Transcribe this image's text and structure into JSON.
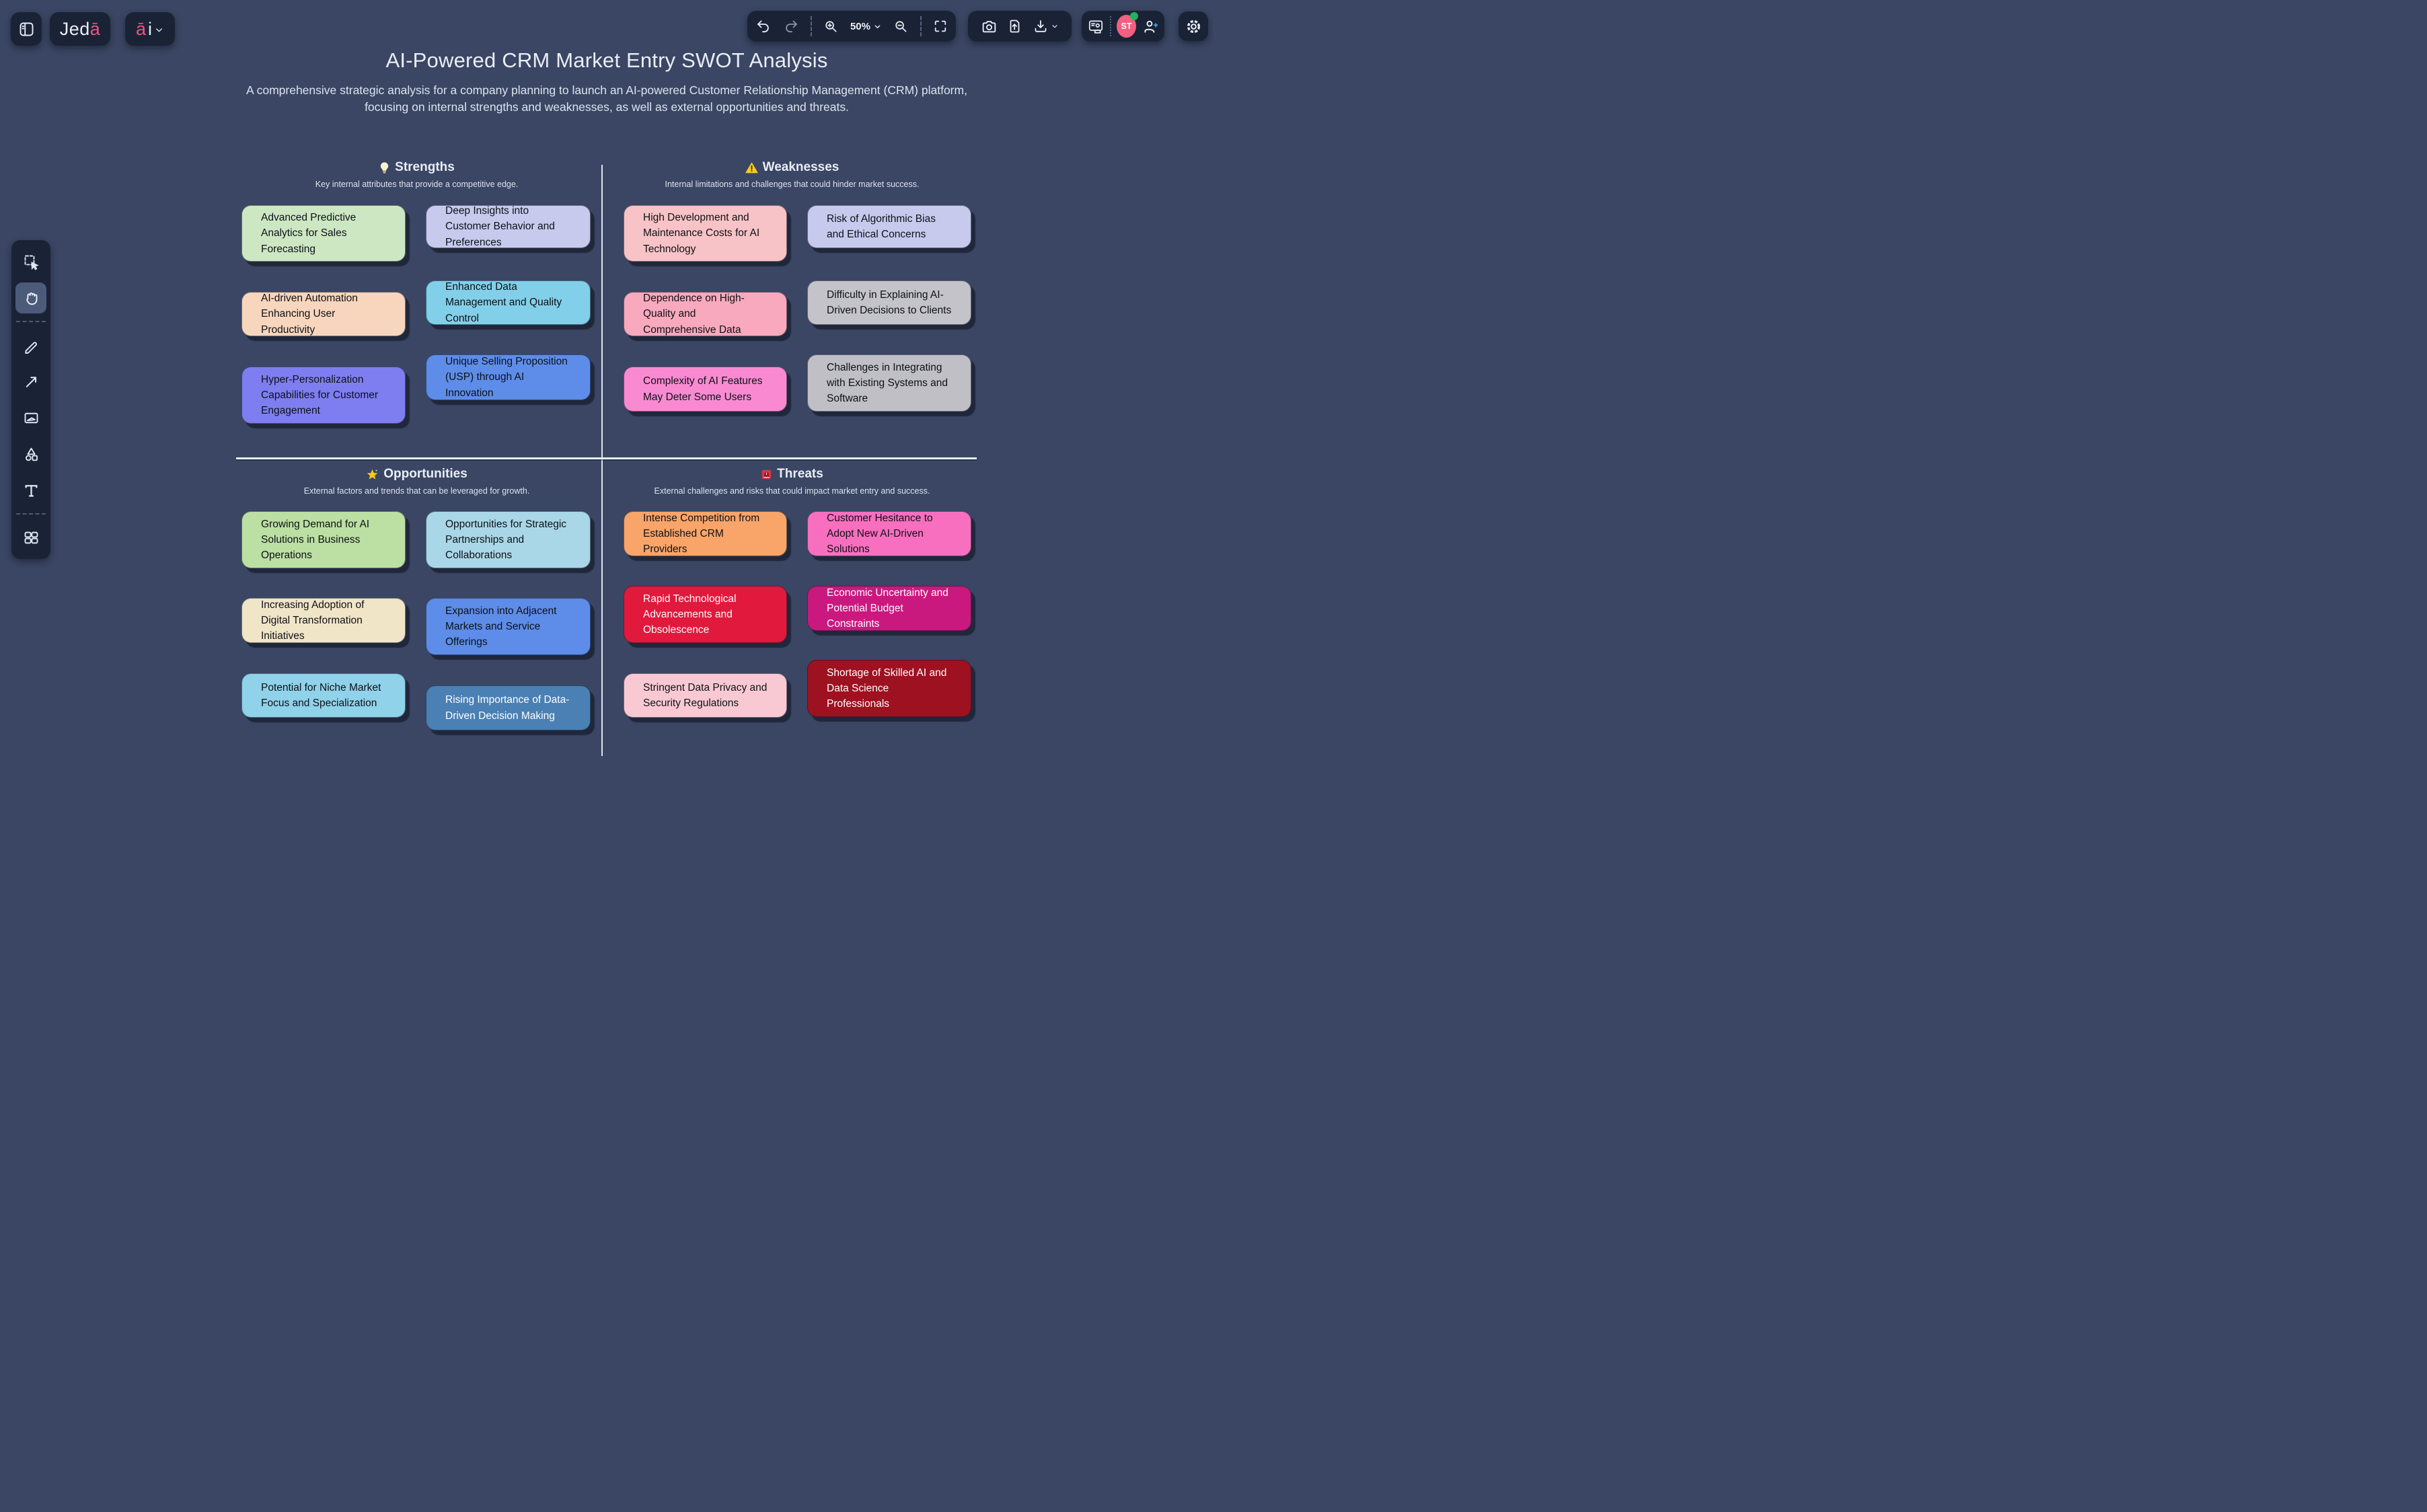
{
  "app": {
    "logo_primary": "Jed",
    "logo_accent": "ā",
    "ai_accent": "ā",
    "ai_rest": "i",
    "accent_pink": "#f0527f"
  },
  "toolbar": {
    "zoom_level": "50%",
    "avatar_initials": "ST",
    "avatar_color": "#f25f80",
    "presence_color": "#1fb35b",
    "invite_plus_color": "#38a3f5",
    "icons_left": [
      "sidebar-toggle",
      "jeda-logo",
      "ai-menu"
    ],
    "icons_history_zoom": [
      "undo",
      "redo",
      "zoom-in",
      "zoom-out",
      "fullscreen"
    ],
    "icons_capture": [
      "screenshot-camera",
      "export-upload",
      "download"
    ],
    "icons_people": [
      "present",
      "avatar",
      "invite-user"
    ],
    "icons_misc": [
      "settings-gear"
    ]
  },
  "left_toolbar": {
    "tools": [
      "select",
      "hand",
      "draw-pencil",
      "arrow-connector",
      "media-frame",
      "shapes",
      "text",
      "apps-grid"
    ],
    "active_tool": "hand"
  },
  "board": {
    "title": "AI-Powered CRM Market Entry SWOT Analysis",
    "subtitle": "A comprehensive strategic analysis for a company planning to launch an AI-powered Customer Relationship Management (CRM) platform, focusing on internal strengths and weaknesses, as well as external opportunities and threats."
  },
  "quadrants": [
    {
      "id": "strengths",
      "title": "Strengths",
      "icon": "light-bulb",
      "caption": "Key internal attributes that provide a competitive edge.",
      "cards": [
        {
          "text": "Advanced Predictive Analytics for Sales Forecasting",
          "bg": "#cde7c3",
          "fg": "#0e1116"
        },
        {
          "text": "Deep Insights into Customer Behavior and Preferences",
          "bg": "#c7caed",
          "fg": "#0e1116"
        },
        {
          "text": "AI-driven Automation Enhancing User Productivity",
          "bg": "#f7d6bd",
          "fg": "#0e1116"
        },
        {
          "text": "Enhanced Data Management and Quality Control",
          "bg": "#82cfe9",
          "fg": "#0e1116"
        },
        {
          "text": "Hyper-Personalization Capabilities for Customer Engagement",
          "bg": "#7e7ef0",
          "fg": "#0e1116"
        },
        {
          "text": "Unique Selling Proposition (USP) through AI Innovation",
          "bg": "#5d8de9",
          "fg": "#0e1116"
        }
      ]
    },
    {
      "id": "weaknesses",
      "title": "Weaknesses",
      "icon": "warning-triangle",
      "caption": "Internal limitations and challenges that could hinder market success.",
      "cards": [
        {
          "text": "High Development and Maintenance Costs for AI Technology",
          "bg": "#f8c3c6",
          "fg": "#0e1116"
        },
        {
          "text": "Risk of Algorithmic Bias and Ethical Concerns",
          "bg": "#c7caed",
          "fg": "#0e1116"
        },
        {
          "text": "Dependence on High-Quality and Comprehensive Data",
          "bg": "#f8a9bd",
          "fg": "#0e1116"
        },
        {
          "text": "Difficulty in Explaining AI-Driven Decisions to Clients",
          "bg": "#c3c3c9",
          "fg": "#0e1116"
        },
        {
          "text": "Complexity of AI Features May Deter Some Users",
          "bg": "#f98ad2",
          "fg": "#0e1116"
        },
        {
          "text": "Challenges in Integrating with Existing Systems and Software",
          "bg": "#bfbfc5",
          "fg": "#0e1116"
        }
      ]
    },
    {
      "id": "opportunities",
      "title": "Opportunities",
      "icon": "glowing-star",
      "caption": "External factors and trends that can be leveraged for growth.",
      "cards": [
        {
          "text": "Growing Demand for AI Solutions in Business Operations",
          "bg": "#bcdfa3",
          "fg": "#0e1116"
        },
        {
          "text": "Opportunities for Strategic Partnerships and Collaborations",
          "bg": "#a9d7e7",
          "fg": "#0e1116"
        },
        {
          "text": "Increasing Adoption of Digital Transformation Initiatives",
          "bg": "#f1e5c8",
          "fg": "#0e1116"
        },
        {
          "text": "Expansion into Adjacent Markets and Service Offerings",
          "bg": "#5d8de9",
          "fg": "#0e1116"
        },
        {
          "text": "Potential for Niche Market Focus and Specialization",
          "bg": "#8fd2ea",
          "fg": "#0e1116"
        },
        {
          "text": "Rising Importance of Data-Driven Decision Making",
          "bg": "#4a80b4",
          "fg": "#ffffff"
        }
      ]
    },
    {
      "id": "threats",
      "title": "Threats",
      "icon": "siren-light",
      "caption": "External challenges and risks that could impact market entry and success.",
      "cards": [
        {
          "text": "Intense Competition from Established CRM Providers",
          "bg": "#f9a469",
          "fg": "#0e1116"
        },
        {
          "text": "Customer Hesitance to Adopt New AI-Driven Solutions",
          "bg": "#f96fc0",
          "fg": "#0e1116"
        },
        {
          "text": "Rapid Technological Advancements and Obsolescence",
          "bg": "#e0193d",
          "fg": "#ffffff"
        },
        {
          "text": "Economic Uncertainty and Potential Budget Constraints",
          "bg": "#c9197f",
          "fg": "#ffffff"
        },
        {
          "text": "Stringent Data Privacy and Security Regulations",
          "bg": "#f9c9d3",
          "fg": "#0e1116"
        },
        {
          "text": "Shortage of Skilled AI and Data Science Professionals",
          "bg": "#9e1120",
          "fg": "#ffffff"
        }
      ]
    }
  ]
}
